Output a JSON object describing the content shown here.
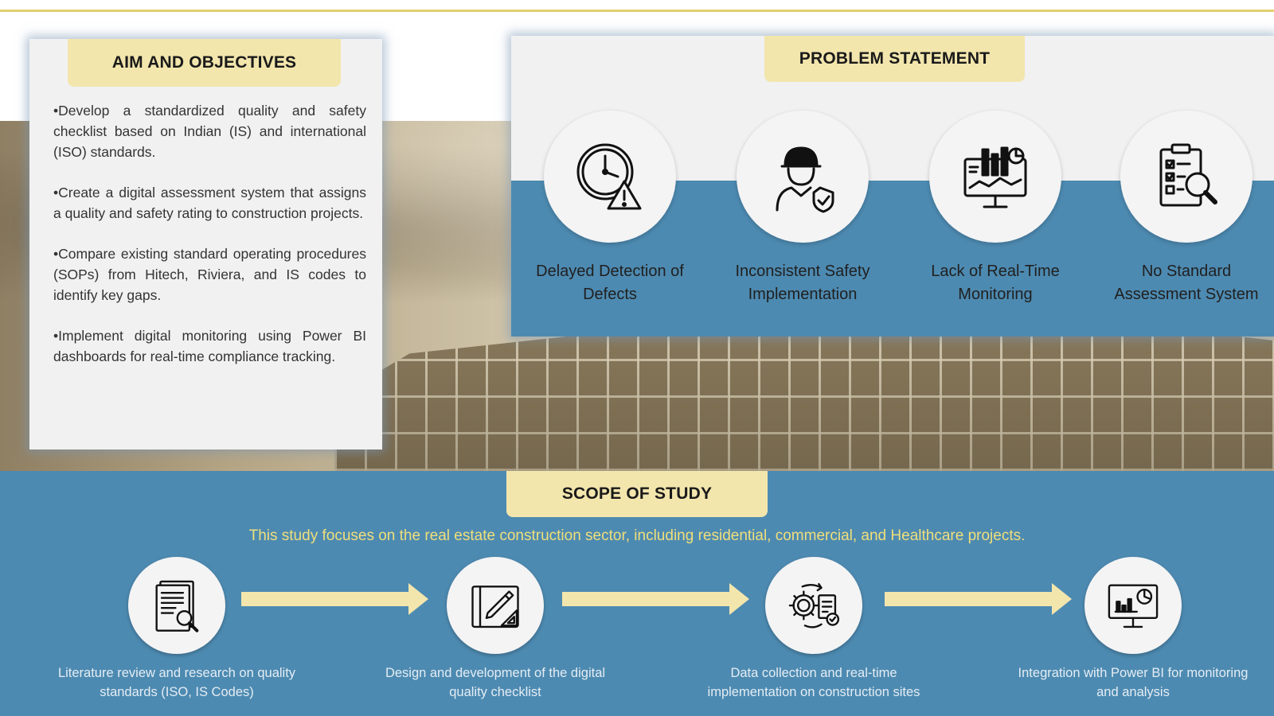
{
  "aim": {
    "title": "AIM AND OBJECTIVES",
    "items": [
      "•Develop a standardized quality and safety checklist based on Indian (IS) and international (ISO) standards.",
      "•Create a digital assessment system that assigns a quality and safety rating to construction projects.",
      "•Compare existing standard operating procedures (SOPs) from Hitech, Riviera, and IS codes to identify key gaps.",
      "•Implement digital monitoring using Power BI dashboards for real-time compliance tracking."
    ]
  },
  "problem": {
    "title": "PROBLEM STATEMENT",
    "items": [
      {
        "label": "Delayed Detection of Defects",
        "icon": "clock-warning-icon"
      },
      {
        "label": "Inconsistent Safety Implementation",
        "icon": "worker-shield-icon"
      },
      {
        "label": "Lack of Real-Time Monitoring",
        "icon": "monitor-analytics-icon"
      },
      {
        "label": "No Standard Assessment System",
        "icon": "checklist-search-icon"
      }
    ]
  },
  "scope": {
    "title": "SCOPE OF STUDY",
    "description": "This study focuses on the real estate construction sector, including residential, commercial, and Healthcare projects.",
    "steps": [
      {
        "label": "Literature review and research on quality standards (ISO, IS Codes)",
        "icon": "document-search-icon"
      },
      {
        "label": "Design and development of the digital quality checklist",
        "icon": "blueprint-pencil-icon"
      },
      {
        "label": "Data collection and real-time implementation on construction sites",
        "icon": "gear-document-icon"
      },
      {
        "label": "Integration with Power BI for monitoring and analysis",
        "icon": "monitor-chart-icon"
      }
    ]
  },
  "colors": {
    "accent_yellow": "#f3e6ad",
    "band_blue": "#4d8ab1",
    "highlight_text": "#f0df7b",
    "top_rule": "#e3cf72"
  }
}
